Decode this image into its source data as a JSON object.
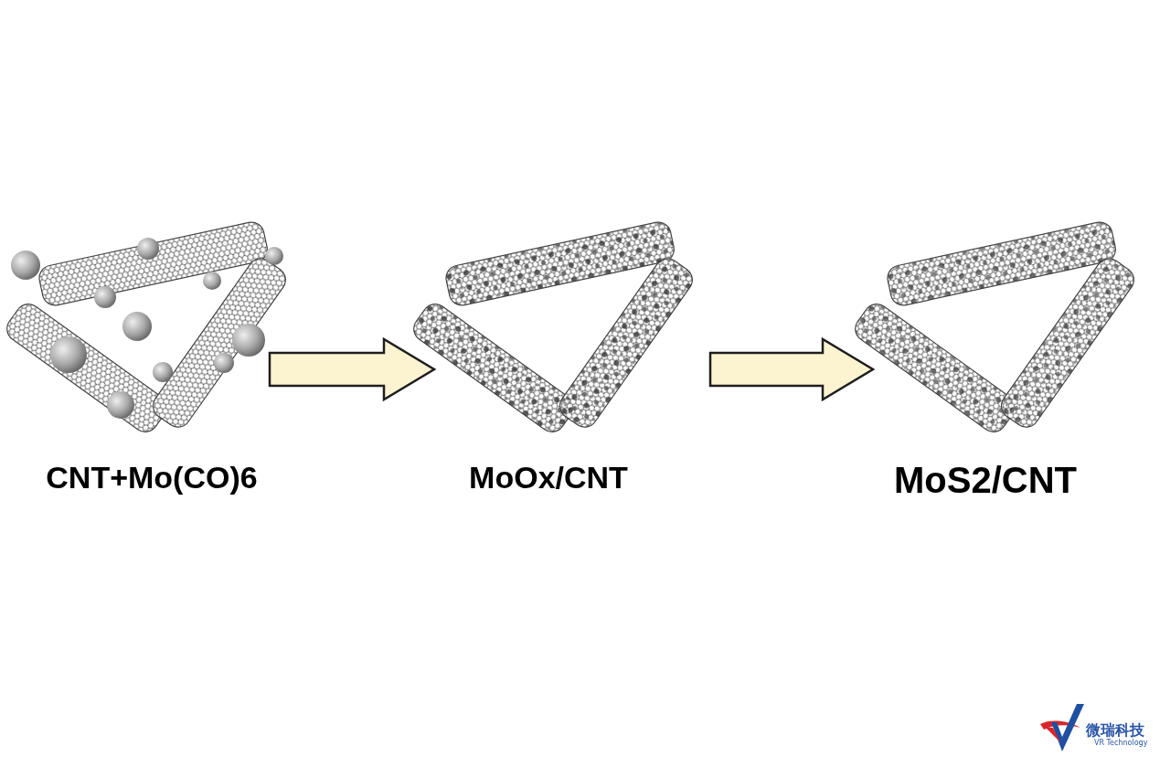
{
  "diagram": {
    "nodes": [
      {
        "text": [
          "CNT+Mo(CO)6"
        ]
      },
      {
        "text": [
          "MoOx/CNT"
        ]
      },
      {
        "text": [
          "MoS2/CNT"
        ]
      }
    ],
    "edges": [
      {
        "from": 0,
        "to": 1,
        "arrow": "to"
      },
      {
        "from": 1,
        "to": 2,
        "arrow": "to"
      }
    ],
    "labels": [
      "微瑞科技",
      "VR Technology"
    ]
  }
}
